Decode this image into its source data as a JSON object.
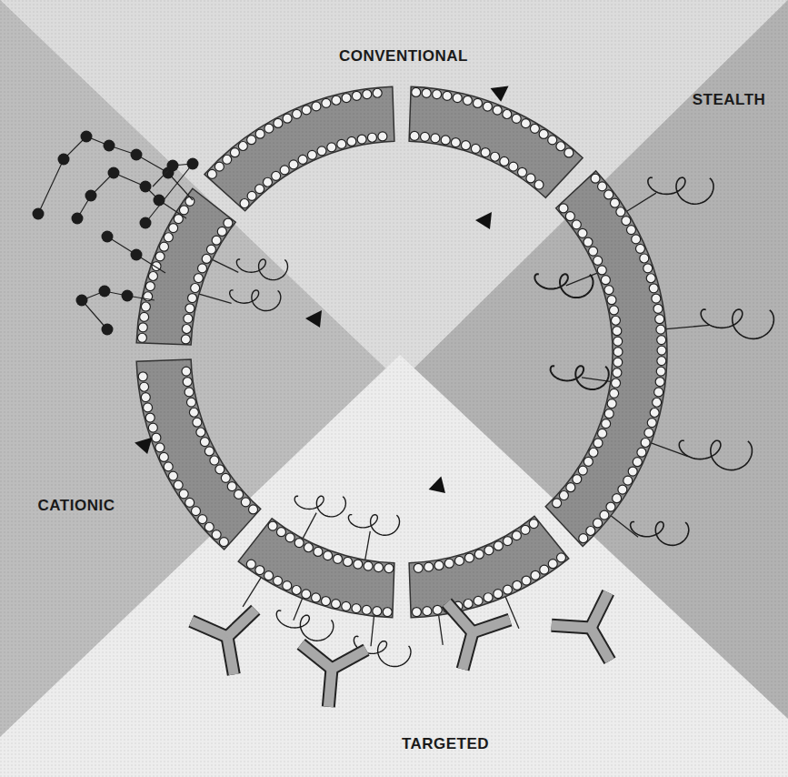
{
  "diagram": {
    "labels": [
      "CONVENTIONAL",
      "STEALTH",
      "CATIONIC",
      "TARGETED"
    ]
  }
}
